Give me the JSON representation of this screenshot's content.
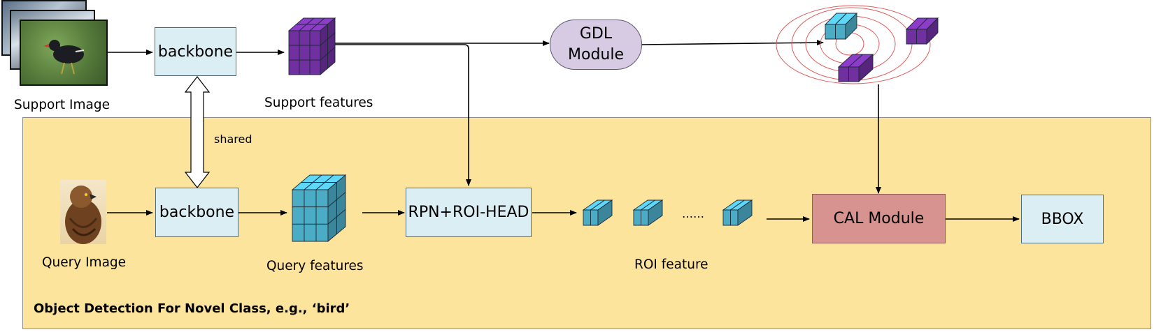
{
  "support": {
    "image_label": "Support Image",
    "features_label": "Support features",
    "backbone_label": "backbone"
  },
  "query": {
    "image_label": "Query Image",
    "features_label": "Query features",
    "backbone_label": "backbone"
  },
  "shared_label": "shared",
  "gdl": {
    "line1": "GDL",
    "line2": "Module"
  },
  "rpn_label": "RPN+ROI-HEAD",
  "roi_label": "ROI feature",
  "roi_ellipsis": "……",
  "cal_label": "CAL Module",
  "bbox_label": "BBOX",
  "panel_title": "Object Detection For Novel Class, e.g.,  ‘bird’",
  "colors": {
    "panel": "#fde49d",
    "box": "#daeef4",
    "cal": "#d7938f",
    "gdl": "#d6cbe3",
    "support_cube": "#7030a0",
    "query_cube": "#4bacc6"
  }
}
